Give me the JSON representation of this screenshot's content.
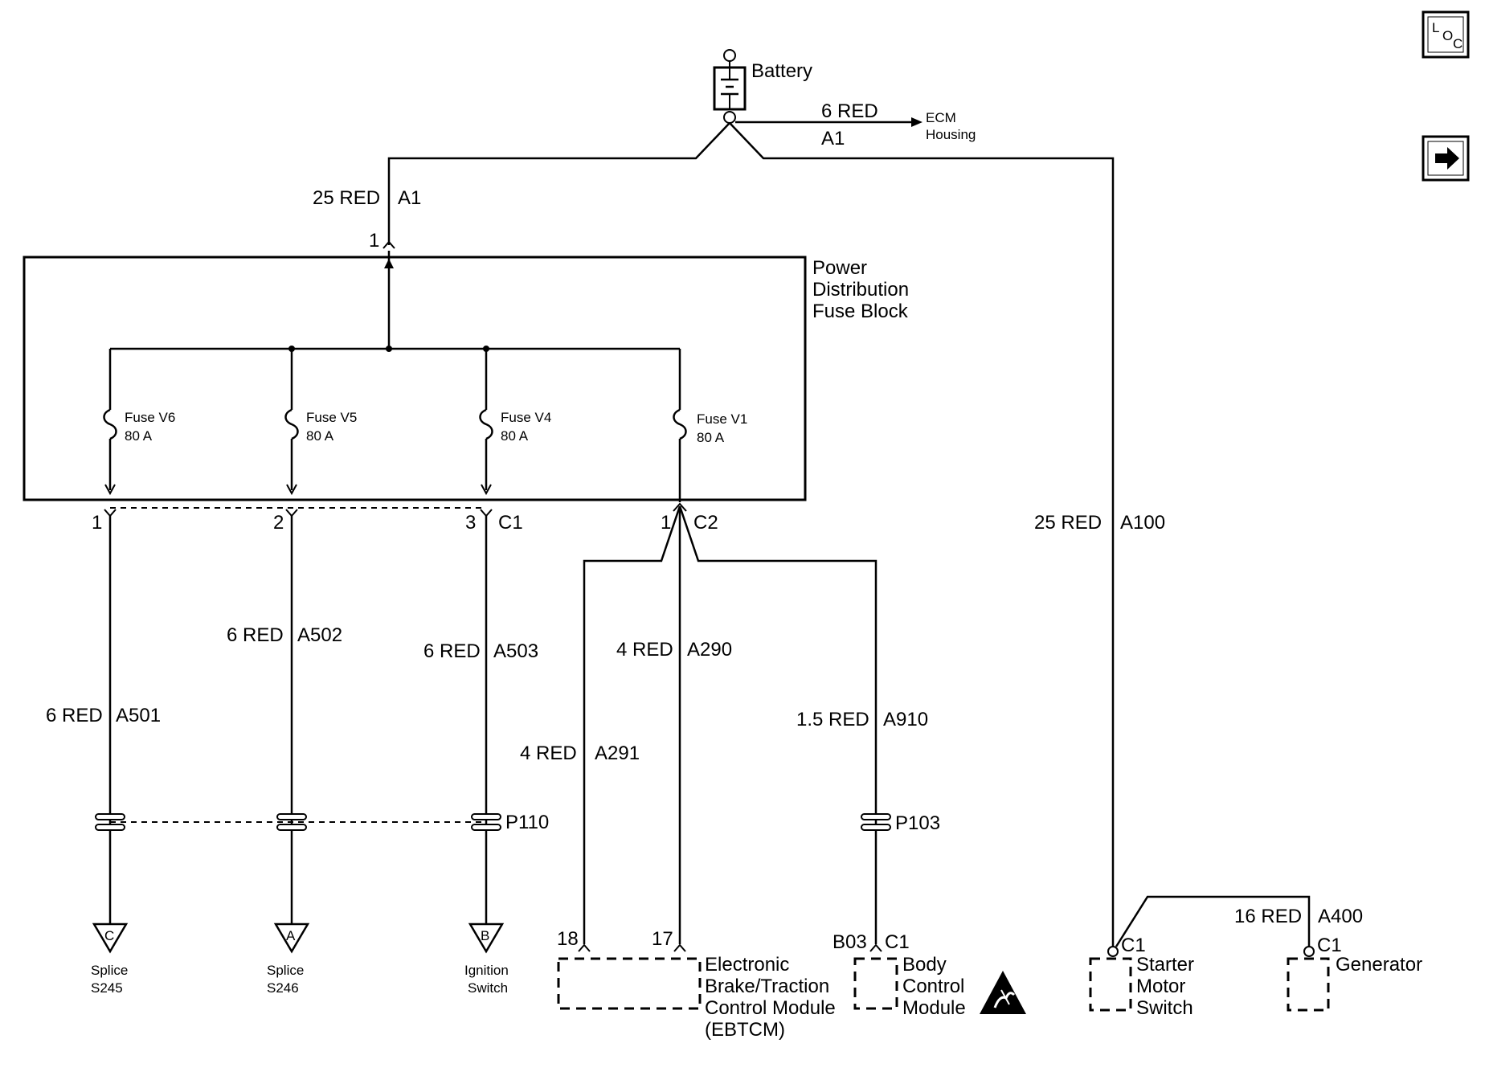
{
  "battery": {
    "label": "Battery"
  },
  "ecm": {
    "wire": "6 RED",
    "circuit": "A1",
    "label_line1": "ECM",
    "label_line2": "Housing"
  },
  "main_feed": {
    "wire": "25 RED",
    "circuit": "A1",
    "pin": "1"
  },
  "fuse_block": {
    "line1": "Power",
    "line2": "Distribution",
    "line3": "Fuse Block"
  },
  "fuses": [
    {
      "name": "Fuse V6",
      "rating": "80 A"
    },
    {
      "name": "Fuse V5",
      "rating": "80 A"
    },
    {
      "name": "Fuse V4",
      "rating": "80 A"
    },
    {
      "name": "Fuse V1",
      "rating": "80 A"
    }
  ],
  "connectors": {
    "c1_pins": [
      "1",
      "2",
      "3"
    ],
    "c1_label": "C1",
    "c2_pin": "1",
    "c2_label": "C2"
  },
  "wires": {
    "a501": {
      "wire": "6 RED",
      "circuit": "A501"
    },
    "a502": {
      "wire": "6 RED",
      "circuit": "A502"
    },
    "a503": {
      "wire": "6 RED",
      "circuit": "A503"
    },
    "a290": {
      "wire": "4 RED",
      "circuit": "A290"
    },
    "a291": {
      "wire": "4 RED",
      "circuit": "A291"
    },
    "a910": {
      "wire": "1.5 RED",
      "circuit": "A910"
    },
    "a100": {
      "wire": "25 RED",
      "circuit": "A100"
    },
    "a400": {
      "wire": "16 RED",
      "circuit": "A400"
    }
  },
  "inline_connectors": {
    "p110": "P110",
    "p103": "P103"
  },
  "destinations": {
    "splice_c": {
      "letter": "C",
      "line1": "Splice",
      "line2": "S245"
    },
    "splice_a": {
      "letter": "A",
      "line1": "Splice",
      "line2": "S246"
    },
    "ignition_b": {
      "letter": "B",
      "line1": "Ignition",
      "line2": "Switch"
    }
  },
  "ebtcm": {
    "pin18": "18",
    "pin17": "17",
    "line1": "Electronic",
    "line2": "Brake/Traction",
    "line3": "Control Module",
    "line4": "(EBTCM)"
  },
  "bcm": {
    "pin": "B03",
    "connector": "C1",
    "line1": "Body",
    "line2": "Control",
    "line3": "Module"
  },
  "starter": {
    "connector": "C1",
    "line1": "Starter",
    "line2": "Motor",
    "line3": "Switch"
  },
  "generator": {
    "connector": "C1",
    "line1": "Generator"
  },
  "nav": {
    "loc_t": "L",
    "loc_o": "O",
    "loc_c": "C"
  },
  "icons": {
    "esd": "esd-warning-icon",
    "next": "arrow-right-icon",
    "loc": "location-icon"
  }
}
